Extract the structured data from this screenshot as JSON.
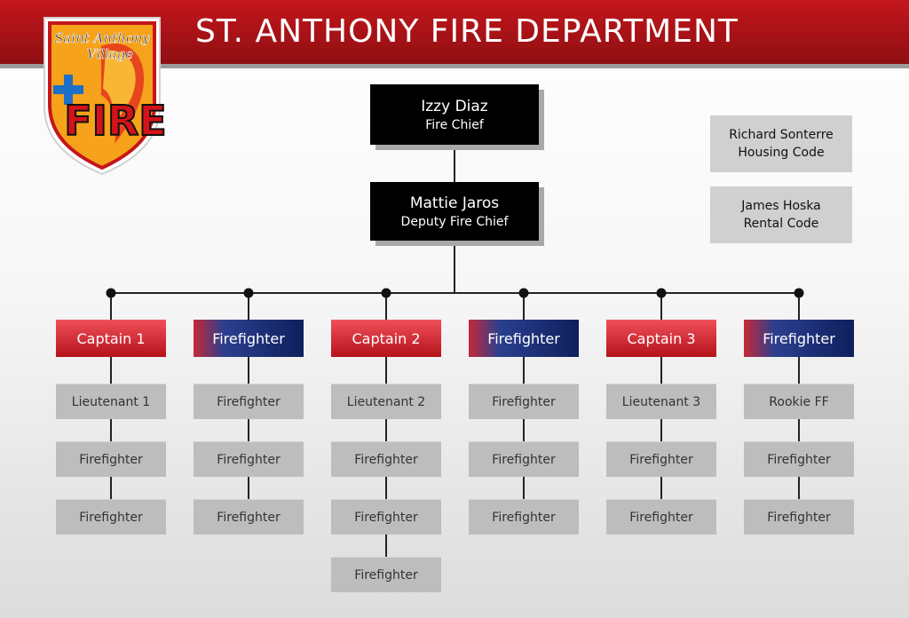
{
  "header": {
    "title": "ST. ANTHONY FIRE DEPARTMENT"
  },
  "logo": {
    "line1": "Saint Anthony",
    "line2": "Village",
    "word": "FIRE"
  },
  "chief": {
    "name": "Izzy Diaz",
    "role": "Fire Chief"
  },
  "deputy": {
    "name": "Mattie Jaros",
    "role": "Deputy Fire Chief"
  },
  "side_staff": [
    {
      "name": "Richard Sonterre",
      "role": "Housing Code"
    },
    {
      "name": "James Hoska",
      "role": "Rental Code"
    }
  ],
  "columns": [
    {
      "header": "Captain 1",
      "type": "captain",
      "members": [
        "Lieutenant 1",
        "Firefighter",
        "Firefighter"
      ]
    },
    {
      "header": "Firefighter",
      "type": "firefighter",
      "members": [
        "Firefighter",
        "Firefighter",
        "Firefighter"
      ]
    },
    {
      "header": "Captain 2",
      "type": "captain",
      "members": [
        "Lieutenant 2",
        "Firefighter",
        "Firefighter",
        "Firefighter"
      ]
    },
    {
      "header": "Firefighter",
      "type": "firefighter",
      "members": [
        "Firefighter",
        "Firefighter",
        "Firefighter"
      ]
    },
    {
      "header": "Captain 3",
      "type": "captain",
      "members": [
        "Lieutenant 3",
        "Firefighter",
        "Firefighter"
      ]
    },
    {
      "header": "Firefighter",
      "type": "firefighter",
      "members": [
        "Rookie FF",
        "Firefighter",
        "Firefighter"
      ]
    }
  ],
  "colors": {
    "header_red": "#c4161c",
    "captain_red": "#e0303c",
    "firefighter_navy": "#0f1f5c",
    "box_grey": "#bdbdbd"
  }
}
